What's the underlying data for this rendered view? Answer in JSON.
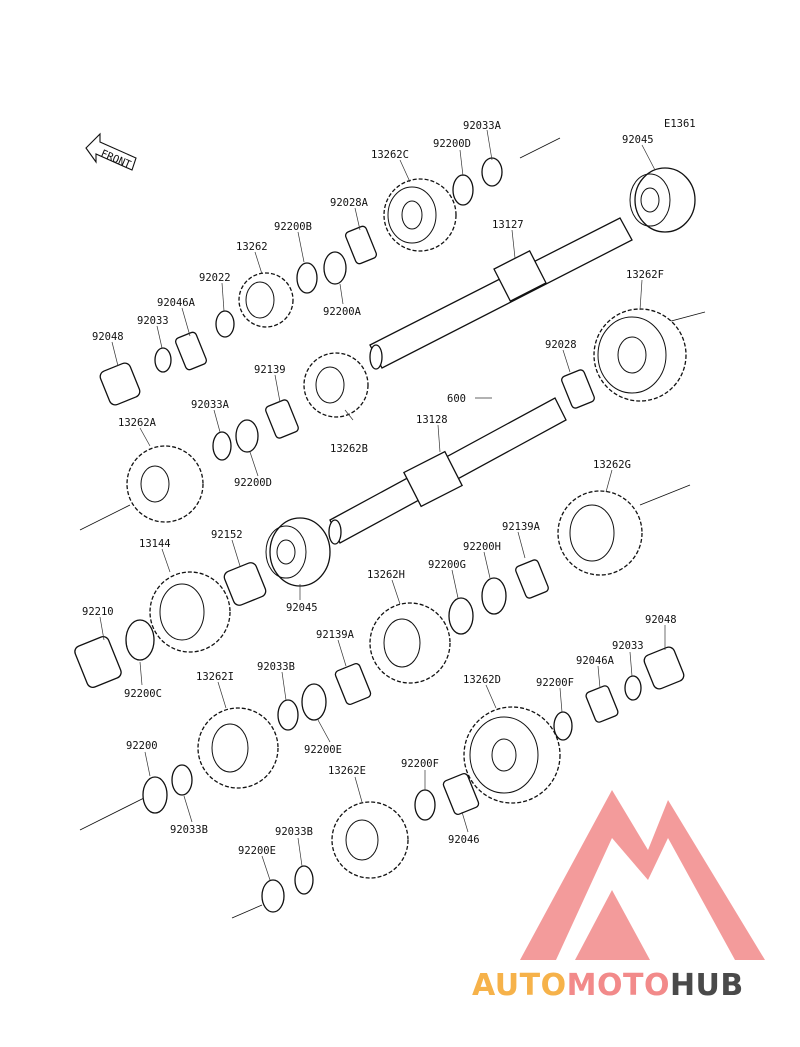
{
  "diagram": {
    "code": "E1361",
    "front_label": "FRONT",
    "labels": {
      "p92033A_top": "92033A",
      "p92200D_top": "92200D",
      "p13262C": "13262C",
      "p92045_top": "92045",
      "p92028A": "92028A",
      "p92200B": "92200B",
      "p13262": "13262",
      "p13127": "13127",
      "p92022": "92022",
      "p92200A": "92200A",
      "p92046A_top": "92046A",
      "p92033_top": "92033",
      "p13262F": "13262F",
      "p92048_top": "92048",
      "p92139": "92139",
      "p92028": "92028",
      "p600": "600",
      "p92033A_mid": "92033A",
      "p13128": "13128",
      "p13262A": "13262A",
      "p13262B": "13262B",
      "p92200D_mid": "92200D",
      "p13262G": "13262G",
      "p13144": "13144",
      "p92152": "92152",
      "p92139A_right": "92139A",
      "p92200H": "92200H",
      "p92200G": "92200G",
      "p13262H": "13262H",
      "p92045_mid": "92045",
      "p92210": "92210",
      "p92139A_mid": "92139A",
      "p92048_bot": "92048",
      "p92033_bot": "92033",
      "p92033B_a": "92033B",
      "p92046A_bot": "92046A",
      "p92200C": "92200C",
      "p13262I": "13262I",
      "p13262D": "13262D",
      "p92200F_right": "92200F",
      "p92200E_a": "92200E",
      "p92200": "92200",
      "p92200F_mid": "92200F",
      "p13262E": "13262E",
      "p92033B_b": "92033B",
      "p92046": "92046",
      "p92033B_c": "92033B",
      "p92200E_b": "92200E"
    }
  },
  "watermark": {
    "part1": "AUTO",
    "part2": "MOTO",
    "part3": "HUB",
    "colors": {
      "triangle": "#f28a8a",
      "auto": "#f6b24a",
      "moto": "#f28a8a",
      "hub": "#4a4a4a"
    }
  }
}
